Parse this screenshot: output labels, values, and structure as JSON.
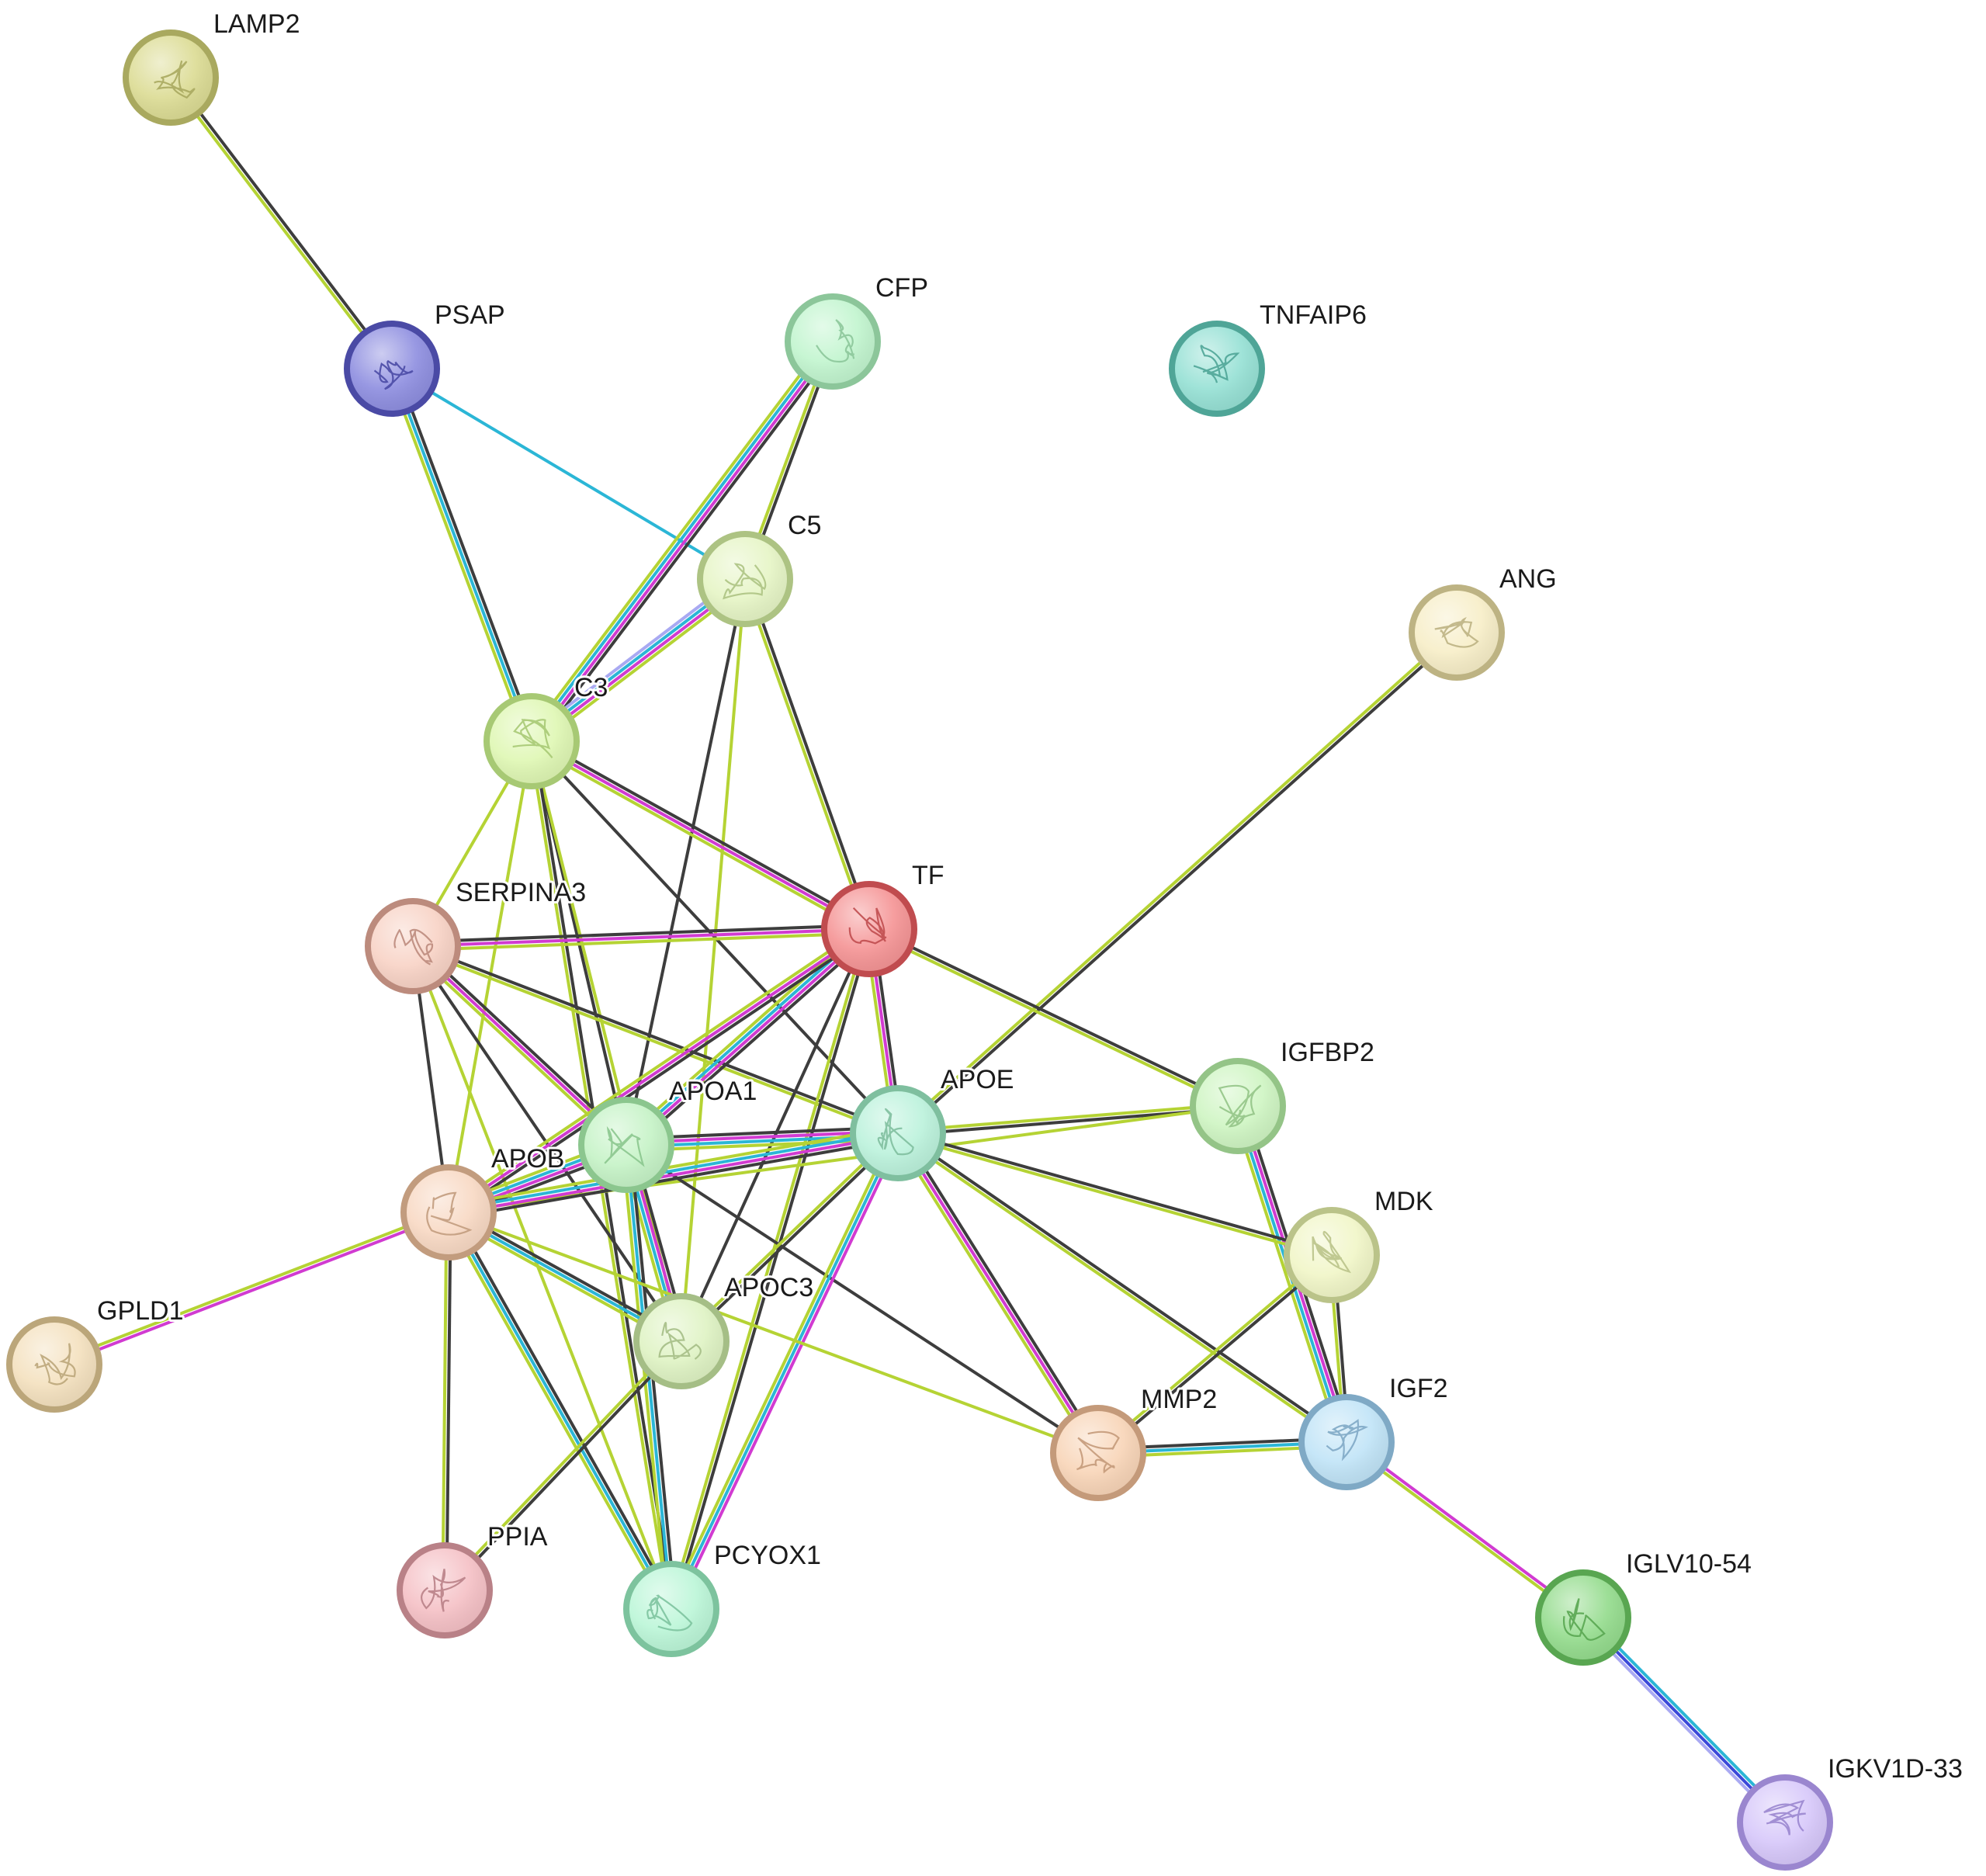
{
  "network": {
    "nodes": [
      {
        "id": "LAMP2",
        "label": "LAMP2",
        "fill": "#dcdc95",
        "stroke": "#a9a95f"
      },
      {
        "id": "PSAP",
        "label": "PSAP",
        "fill": "#8f8fe0",
        "stroke": "#4a4aa5"
      },
      {
        "id": "CFP",
        "label": "CFP",
        "fill": "#c2f5cf",
        "stroke": "#8cc69a"
      },
      {
        "id": "TNFAIP6",
        "label": "TNFAIP6",
        "fill": "#97e1d5",
        "stroke": "#4fa597"
      },
      {
        "id": "C5",
        "label": "C5",
        "fill": "#e6f5c6",
        "stroke": "#adc383"
      },
      {
        "id": "ANG",
        "label": "ANG",
        "fill": "#f7eec8",
        "stroke": "#bdb383"
      },
      {
        "id": "C3",
        "label": "C3",
        "fill": "#dff7b4",
        "stroke": "#a7c974"
      },
      {
        "id": "SERPINA3",
        "label": "SERPINA3",
        "fill": "#f8d3c6",
        "stroke": "#bc8b7d"
      },
      {
        "id": "TF",
        "label": "TF",
        "fill": "#f59596",
        "stroke": "#c04c4f"
      },
      {
        "id": "IGFBP2",
        "label": "IGFBP2",
        "fill": "#cff5c3",
        "stroke": "#94c487"
      },
      {
        "id": "APOA1",
        "label": "APOA1",
        "fill": "#c6f3c7",
        "stroke": "#8bc68e"
      },
      {
        "id": "APOE",
        "label": "APOE",
        "fill": "#bcf2dc",
        "stroke": "#7fbf9f"
      },
      {
        "id": "APOB",
        "label": "APOB",
        "fill": "#f8d9c4",
        "stroke": "#c29c7e"
      },
      {
        "id": "MDK",
        "label": "MDK",
        "fill": "#f1f6c8",
        "stroke": "#bac389"
      },
      {
        "id": "GPLD1",
        "label": "GPLD1",
        "fill": "#f4e1bf",
        "stroke": "#bba67a"
      },
      {
        "id": "APOC3",
        "label": "APOC3",
        "fill": "#dff3c4",
        "stroke": "#a5be86"
      },
      {
        "id": "MMP2",
        "label": "MMP2",
        "fill": "#f8d5b8",
        "stroke": "#c49a7a"
      },
      {
        "id": "IGF2",
        "label": "IGF2",
        "fill": "#c1e4f7",
        "stroke": "#7fa9c5"
      },
      {
        "id": "PPIA",
        "label": "PPIA",
        "fill": "#f5c1c6",
        "stroke": "#b98187"
      },
      {
        "id": "PCYOX1",
        "label": "PCYOX1",
        "fill": "#bcf6d8",
        "stroke": "#7dc39e"
      },
      {
        "id": "IGLV10-54",
        "label": "IGLV10-54",
        "fill": "#95dc8e",
        "stroke": "#59a651"
      },
      {
        "id": "IGKV1D-33",
        "label": "IGKV1D-33",
        "fill": "#d7c8fa",
        "stroke": "#9a86cf"
      }
    ],
    "edge_colors": {
      "k": "#3d3d3d",
      "y": "#b5d334",
      "m": "#d13bd1",
      "c": "#2bb6d6",
      "l": "#a9a9f2",
      "b": "#3b49d9"
    },
    "edges": [
      {
        "source": "LAMP2",
        "target": "PSAP",
        "channels": "ky"
      },
      {
        "source": "PSAP",
        "target": "C5",
        "channels": "c"
      },
      {
        "source": "PSAP",
        "target": "C3",
        "channels": "kcy"
      },
      {
        "source": "CFP",
        "target": "C3",
        "channels": "kmcy"
      },
      {
        "source": "CFP",
        "target": "C5",
        "channels": "ky"
      },
      {
        "source": "C5",
        "target": "C3",
        "channels": "ymcl"
      },
      {
        "source": "C5",
        "target": "TF",
        "channels": "ky"
      },
      {
        "source": "C5",
        "target": "APOA1",
        "channels": "k"
      },
      {
        "source": "C5",
        "target": "APOC3",
        "channels": "y"
      },
      {
        "source": "C3",
        "target": "TF",
        "channels": "kmy"
      },
      {
        "source": "C3",
        "target": "SERPINA3",
        "channels": "y"
      },
      {
        "source": "C3",
        "target": "APOB",
        "channels": "y"
      },
      {
        "source": "C3",
        "target": "APOA1",
        "channels": "k"
      },
      {
        "source": "C3",
        "target": "APOE",
        "channels": "k"
      },
      {
        "source": "C3",
        "target": "APOC3",
        "channels": "y"
      },
      {
        "source": "C3",
        "target": "PCYOX1",
        "channels": "ky"
      },
      {
        "source": "ANG",
        "target": "APOE",
        "channels": "ky"
      },
      {
        "source": "SERPINA3",
        "target": "TF",
        "channels": "kmy"
      },
      {
        "source": "SERPINA3",
        "target": "APOA1",
        "channels": "kmy"
      },
      {
        "source": "SERPINA3",
        "target": "APOB",
        "channels": "k"
      },
      {
        "source": "SERPINA3",
        "target": "APOE",
        "channels": "ky"
      },
      {
        "source": "SERPINA3",
        "target": "APOC3",
        "channels": "k"
      },
      {
        "source": "SERPINA3",
        "target": "PCYOX1",
        "channels": "y"
      },
      {
        "source": "TF",
        "target": "APOA1",
        "channels": "kmcy"
      },
      {
        "source": "TF",
        "target": "APOE",
        "channels": "kmy"
      },
      {
        "source": "TF",
        "target": "APOB",
        "channels": "kmy"
      },
      {
        "source": "TF",
        "target": "IGFBP2",
        "channels": "ky"
      },
      {
        "source": "TF",
        "target": "APOC3",
        "channels": "k"
      },
      {
        "source": "TF",
        "target": "PCYOX1",
        "channels": "ky"
      },
      {
        "source": "IGFBP2",
        "target": "APOE",
        "channels": "ky"
      },
      {
        "source": "IGFBP2",
        "target": "IGF2",
        "channels": "kmcy"
      },
      {
        "source": "IGFBP2",
        "target": "APOB",
        "channels": "y"
      },
      {
        "source": "APOA1",
        "target": "APOE",
        "channels": "kmcy"
      },
      {
        "source": "APOA1",
        "target": "APOB",
        "channels": "kmcy"
      },
      {
        "source": "APOA1",
        "target": "APOC3",
        "channels": "kmcy"
      },
      {
        "source": "APOA1",
        "target": "PCYOX1",
        "channels": "kcy"
      },
      {
        "source": "APOA1",
        "target": "MMP2",
        "channels": "k"
      },
      {
        "source": "APOE",
        "target": "APOB",
        "channels": "kmcy"
      },
      {
        "source": "APOE",
        "target": "APOC3",
        "channels": "ky"
      },
      {
        "source": "APOE",
        "target": "MDK",
        "channels": "ky"
      },
      {
        "source": "APOE",
        "target": "MMP2",
        "channels": "kmy"
      },
      {
        "source": "APOE",
        "target": "IGF2",
        "channels": "ky"
      },
      {
        "source": "APOE",
        "target": "PCYOX1",
        "channels": "mcy"
      },
      {
        "source": "APOB",
        "target": "APOC3",
        "channels": "kcy"
      },
      {
        "source": "APOB",
        "target": "GPLD1",
        "channels": "my"
      },
      {
        "source": "APOB",
        "target": "PPIA",
        "channels": "ky"
      },
      {
        "source": "APOB",
        "target": "PCYOX1",
        "channels": "kcy"
      },
      {
        "source": "APOB",
        "target": "MMP2",
        "channels": "y"
      },
      {
        "source": "MDK",
        "target": "IGF2",
        "channels": "ky"
      },
      {
        "source": "MDK",
        "target": "MMP2",
        "channels": "ky"
      },
      {
        "source": "APOC3",
        "target": "PPIA",
        "channels": "ky"
      },
      {
        "source": "MMP2",
        "target": "IGF2",
        "channels": "kcy"
      },
      {
        "source": "IGF2",
        "target": "IGLV10-54",
        "channels": "my"
      },
      {
        "source": "IGLV10-54",
        "target": "IGKV1D-33",
        "channels": "cbl"
      }
    ]
  }
}
